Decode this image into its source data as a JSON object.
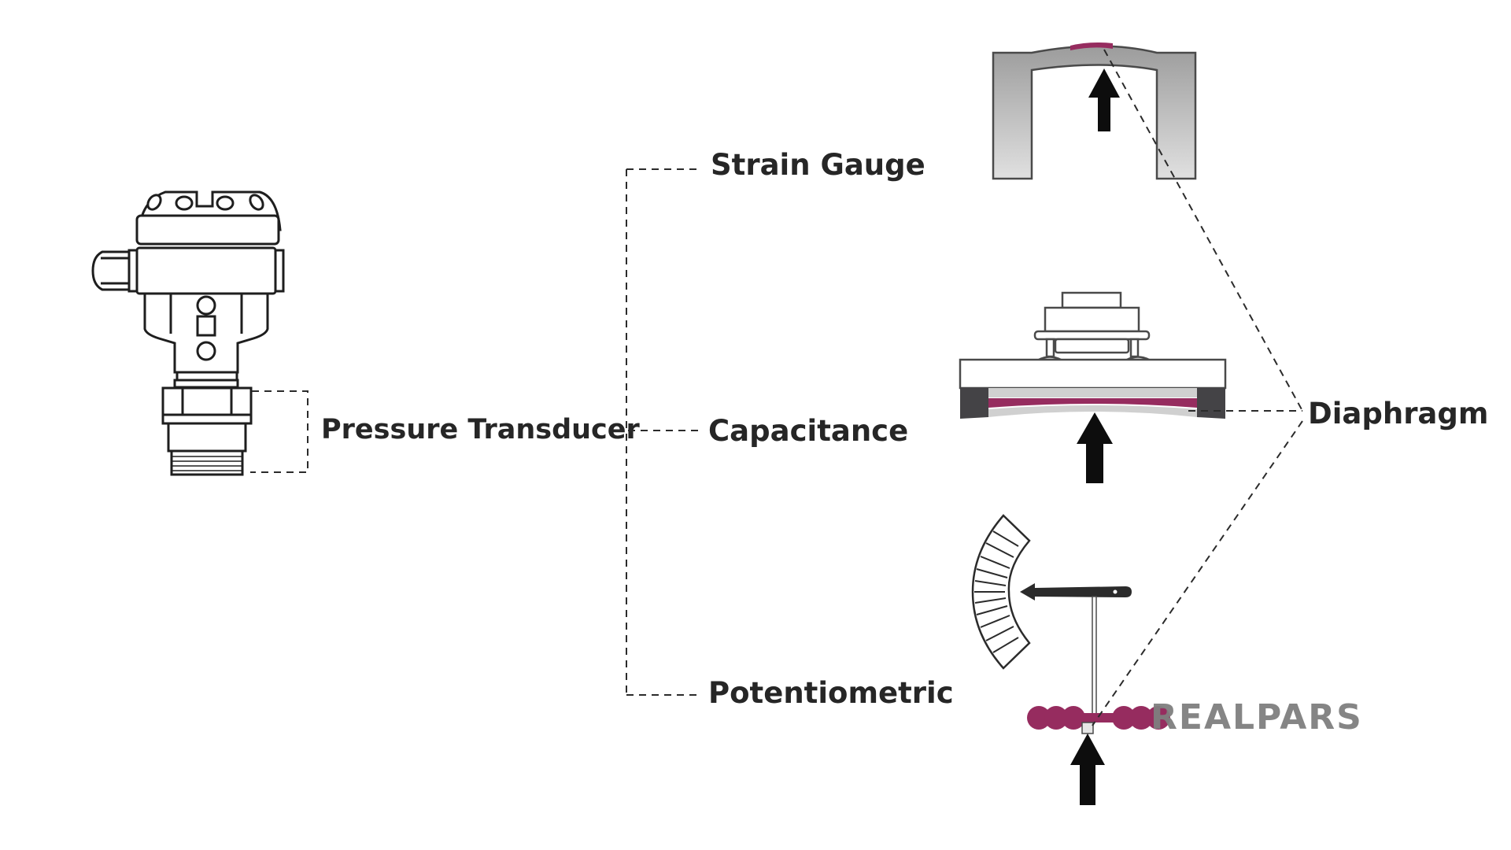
{
  "diagram": {
    "root": {
      "label": "Pressure Transducer"
    },
    "types": [
      {
        "label": "Strain Gauge"
      },
      {
        "label": "Capacitance"
      },
      {
        "label": "Potentiometric"
      }
    ],
    "common_part": {
      "label": "Diaphragm"
    },
    "logo": {
      "text": "REALPARS"
    },
    "colors": {
      "accent": "#962c5f",
      "text": "#262626",
      "logo": "#7f7f7f",
      "arrow": "#0d0d0d",
      "housing_dark": "#444346",
      "gauge_body": "#a4a4a4"
    }
  }
}
